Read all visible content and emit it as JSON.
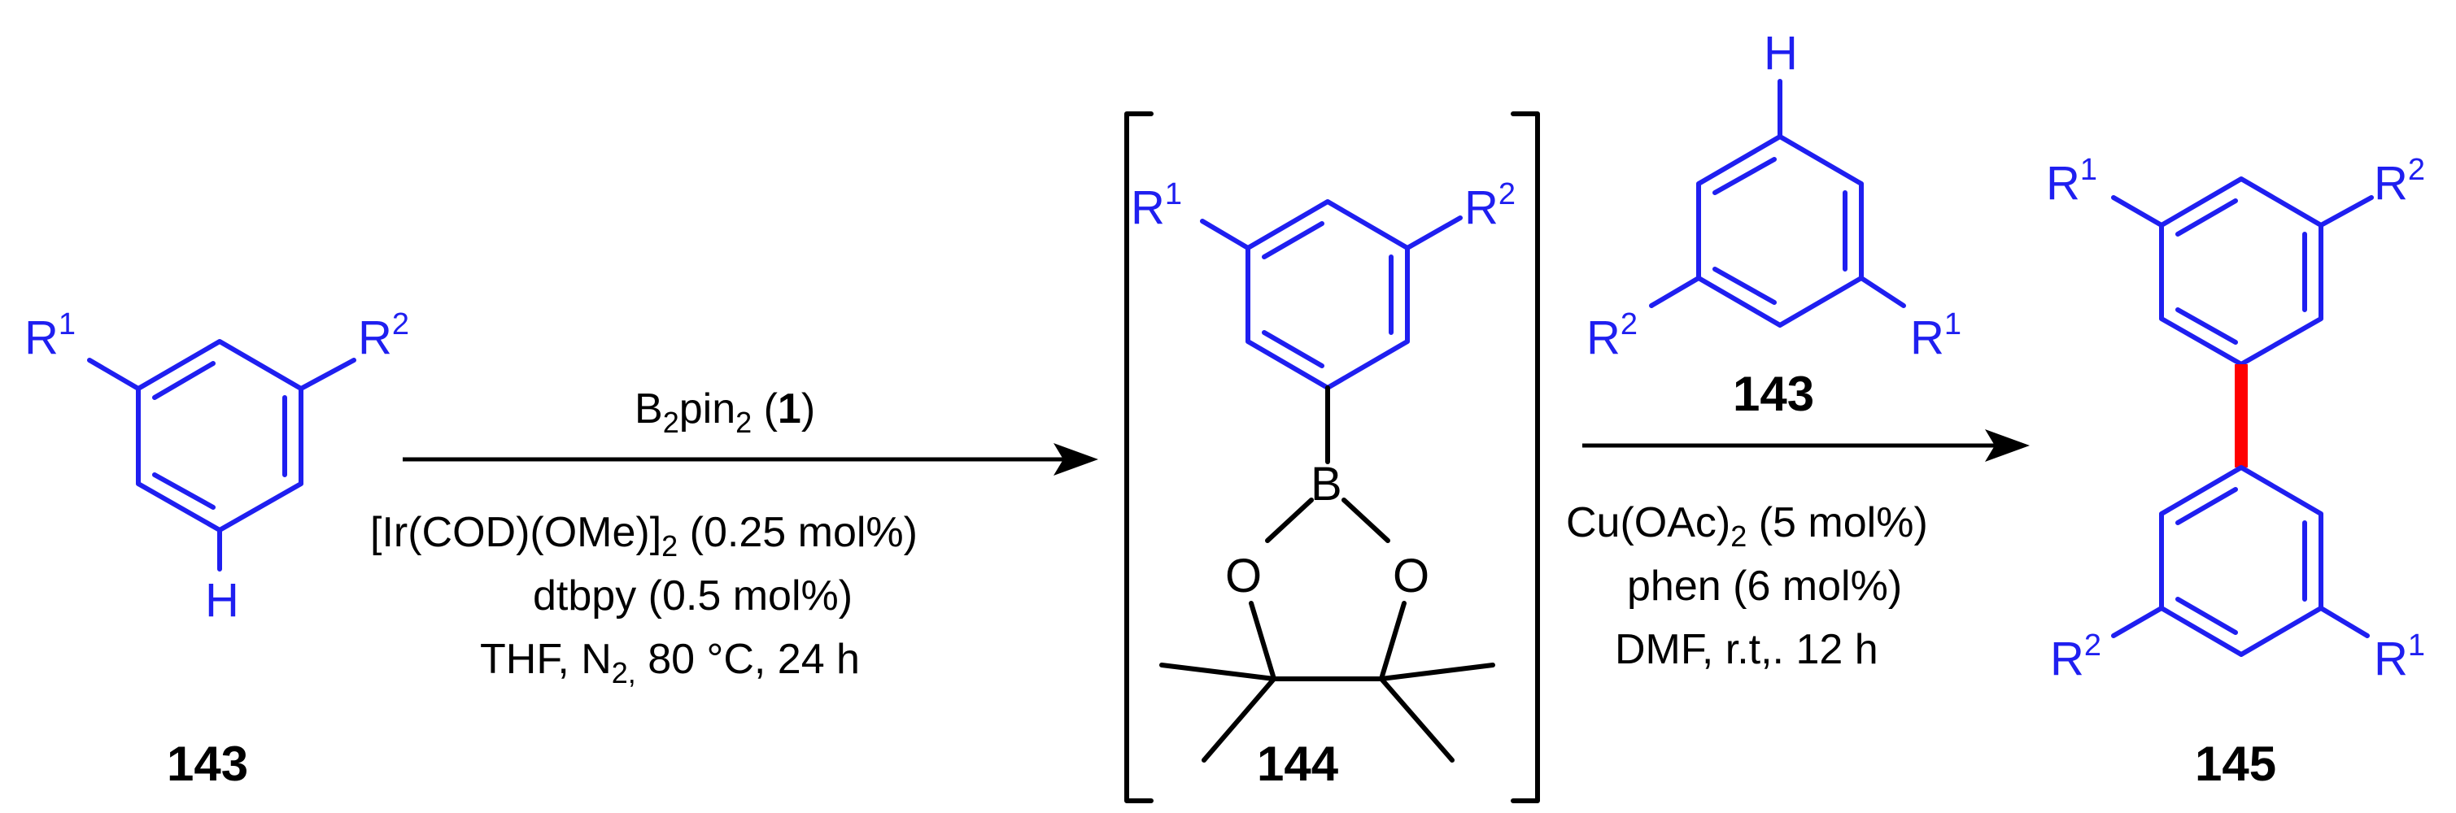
{
  "colors": {
    "substituent": "#1f1ff0",
    "bond_default": "#000000",
    "new_bond": "#ff0000"
  },
  "compounds": {
    "c143_left": {
      "number": "143",
      "r1": "R",
      "r1_sup": "1",
      "r2": "R",
      "r2_sup": "2",
      "h": "H"
    },
    "c144": {
      "number": "144",
      "r1": "R",
      "r1_sup": "1",
      "r2": "R",
      "r2_sup": "2",
      "b": "B",
      "o1": "O",
      "o2": "O"
    },
    "c143_right": {
      "number": "143",
      "h": "H",
      "r1": "R",
      "r1_sup": "1",
      "r2": "R",
      "r2_sup": "2"
    },
    "c145": {
      "number": "145",
      "top_r1": "R",
      "top_r1_sup": "1",
      "top_r2": "R",
      "top_r2_sup": "2",
      "bot_r1": "R",
      "bot_r1_sup": "1",
      "bot_r2": "R",
      "bot_r2_sup": "2"
    }
  },
  "step1": {
    "above": {
      "a": "B",
      "a_sub": "2",
      "b": "pin",
      "b_sub": "2",
      "c": " (",
      "bold": "1",
      "d": ")"
    },
    "below": [
      {
        "a": "[Ir(COD)(OMe)]",
        "a_sub": "2",
        "b": " (0.25 mol%)"
      },
      {
        "a": "dtbpy (0.5 mol%)"
      },
      {
        "a": "THF, N",
        "a_sub": "2,",
        "b": " 80 °C, 24 h"
      }
    ]
  },
  "step2": {
    "below": [
      {
        "a": "Cu(OAc)",
        "a_sub": "2",
        "b": " (5 mol%)"
      },
      {
        "a": "phen (6 mol%)"
      },
      {
        "a": "DMF, r.t,. 12 h"
      }
    ]
  }
}
